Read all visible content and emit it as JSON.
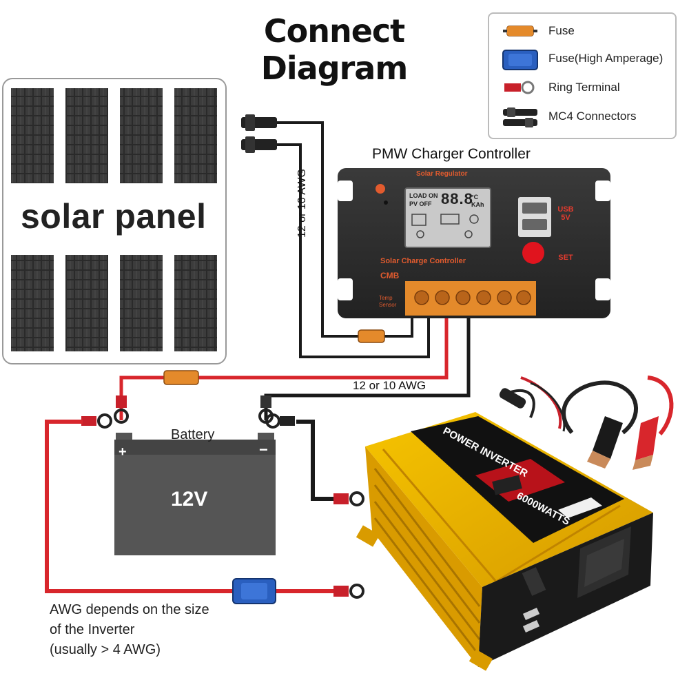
{
  "title": "Connect Diagram",
  "legend": [
    {
      "label": "Fuse",
      "icon": "fuse-icon",
      "color": "#e48a2b"
    },
    {
      "label": "Fuse(High Amperage)",
      "icon": "high-amp-fuse-icon",
      "color": "#2a5fbf"
    },
    {
      "label": "Ring Terminal",
      "icon": "ring-terminal-icon",
      "color": "#c8202a"
    },
    {
      "label": "MC4 Connectors",
      "icon": "mc4-connector-icon",
      "color": "#222222"
    }
  ],
  "solar_panel": {
    "label": "solar panel"
  },
  "controller": {
    "title": "PMW Charger Controller",
    "header": "Solar Regulator",
    "name": "Solar Charge Controller",
    "brand": "CMB",
    "temp_sensor": "Temp Sensor",
    "usb": "USB 5V",
    "set": "SET",
    "lcd_load": "LOAD ON",
    "lcd_pv": "PV OFF",
    "lcd_digits": "88.8",
    "lcd_units": "°C KAh"
  },
  "wires": {
    "awg_panel": "12 or 10 AWG",
    "awg_battery": "12 or 10 AWG"
  },
  "battery": {
    "label": "Battery",
    "voltage": "12V",
    "plus": "+",
    "minus": "−"
  },
  "note": {
    "lines": [
      "AWG depends on the size",
      "of the Inverter",
      "(usually  > 4 AWG)"
    ]
  },
  "inverter": {
    "brand": "POWER INVERTER",
    "watts": "6000WATTS"
  },
  "colors": {
    "red_wire": "#d8262c",
    "black_wire": "#1a1a1a",
    "fuse": "#e48a2b",
    "high_amp_fuse": "#2a5fbf",
    "inverter_body": "#e8b000",
    "controller_body": "#2b2b2b"
  }
}
